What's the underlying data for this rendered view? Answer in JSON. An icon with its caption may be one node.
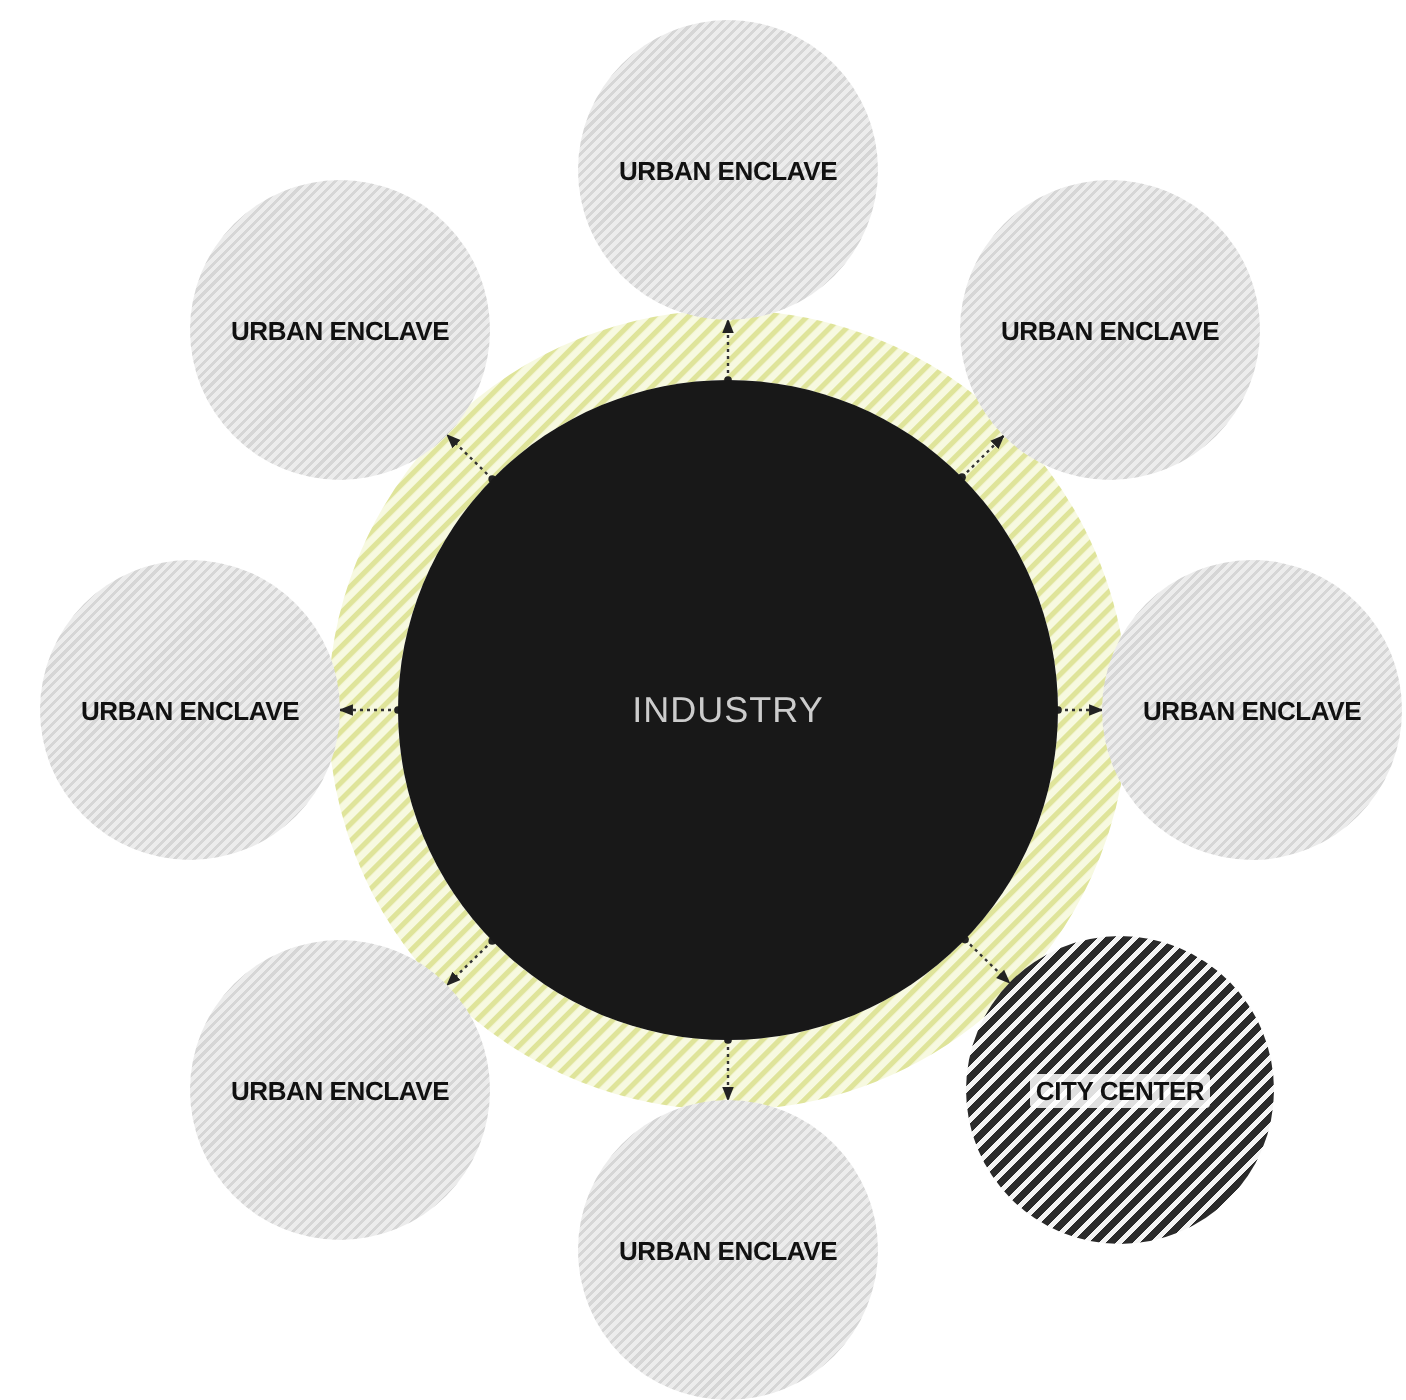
{
  "diagram": {
    "nodes": [
      {
        "text": [
          "URBAN ENCLAVE"
        ]
      },
      {
        "text": [
          "URBAN ENCLAVE"
        ]
      },
      {
        "text": [
          "URBAN ENCLAVE"
        ]
      },
      {
        "text": [
          "URBAN ENCLAVE"
        ]
      },
      {
        "text": [
          "INDUSTRY"
        ]
      },
      {
        "text": [
          "URBAN ENCLAVE"
        ]
      },
      {
        "text": [
          "URBAN ENCLAVE"
        ]
      },
      {
        "text": [
          "CITY CENTER"
        ]
      },
      {
        "text": [
          "URBAN ENCLAVE"
        ]
      }
    ],
    "edges": [
      {
        "from": 4,
        "to": 0,
        "arrow": "to",
        "style": "dashed"
      },
      {
        "from": 4,
        "to": 2,
        "arrow": "to",
        "style": "dashed"
      },
      {
        "from": 4,
        "to": 5,
        "arrow": "to",
        "style": "dashed"
      },
      {
        "from": 4,
        "to": 7,
        "arrow": "to",
        "style": "dashed"
      },
      {
        "from": 4,
        "to": 8,
        "arrow": "to",
        "style": "dashed"
      },
      {
        "from": 4,
        "to": 6,
        "arrow": "to",
        "style": "dashed"
      },
      {
        "from": 4,
        "to": 3,
        "arrow": "to",
        "style": "dashed"
      },
      {
        "from": 4,
        "to": 1,
        "arrow": "to",
        "style": "dashed"
      }
    ]
  }
}
